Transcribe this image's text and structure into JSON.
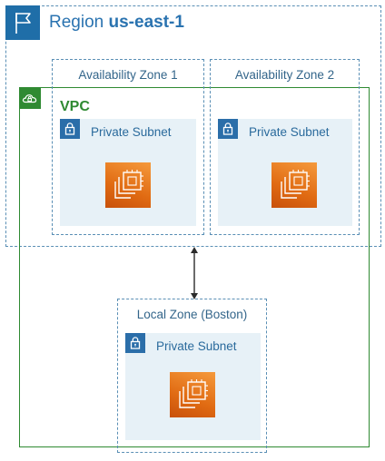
{
  "region": {
    "label_prefix": "Region ",
    "name": "us-east-1",
    "icon": "flag-icon",
    "color": "#1f6ea8"
  },
  "availability_zones": [
    {
      "label": "Availability Zone 1"
    },
    {
      "label": "Availability Zone 2"
    }
  ],
  "local_zone": {
    "label": "Local Zone (Boston)"
  },
  "vpc": {
    "label": "VPC",
    "icon": "vpc-cloud-icon",
    "color": "#2f8a32"
  },
  "subnets": [
    {
      "label": "Private Subnet",
      "icon": "lock-icon",
      "instance_icon": "ec2-instance-icon"
    },
    {
      "label": "Private Subnet",
      "icon": "lock-icon",
      "instance_icon": "ec2-instance-icon"
    },
    {
      "label": "Private Subnet",
      "icon": "lock-icon",
      "instance_icon": "ec2-instance-icon"
    }
  ],
  "colors": {
    "zone_border": "#5a8fb5",
    "subnet_fill": "#e7f1f7",
    "ec2_orange": "#e06a12"
  }
}
